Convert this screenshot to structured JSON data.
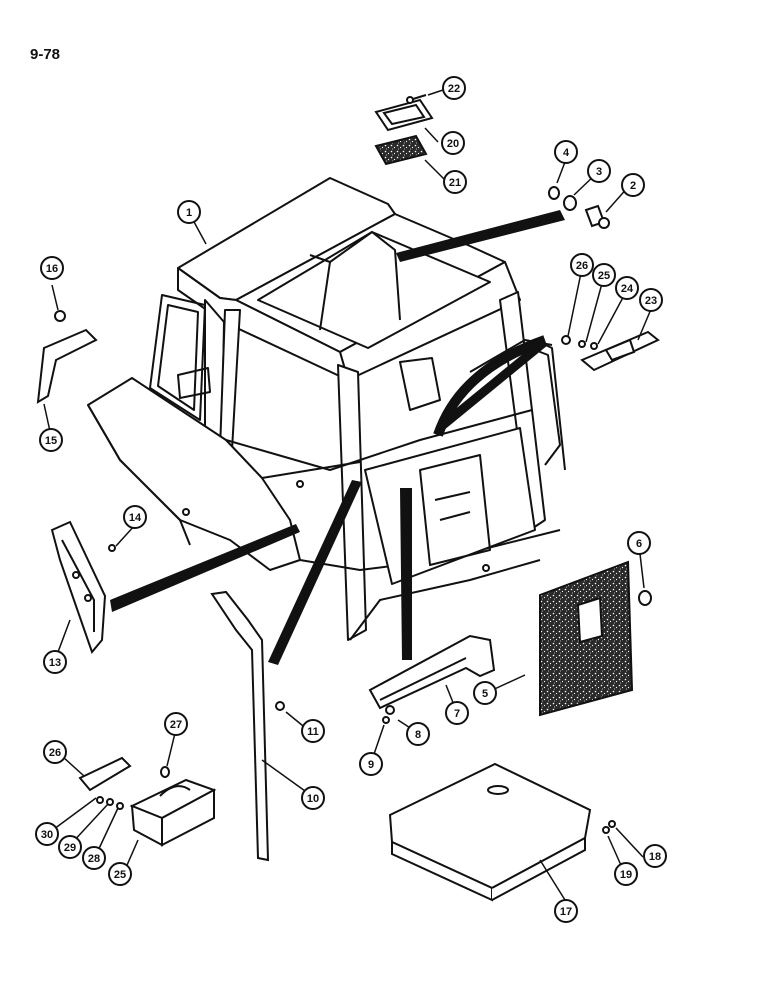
{
  "page": {
    "number": "9-78"
  },
  "callouts": [
    {
      "id": "c1",
      "label": "1"
    },
    {
      "id": "c2",
      "label": "2"
    },
    {
      "id": "c3",
      "label": "3"
    },
    {
      "id": "c4",
      "label": "4"
    },
    {
      "id": "c5",
      "label": "5"
    },
    {
      "id": "c6",
      "label": "6"
    },
    {
      "id": "c7",
      "label": "7"
    },
    {
      "id": "c8",
      "label": "8"
    },
    {
      "id": "c9",
      "label": "9"
    },
    {
      "id": "c10",
      "label": "10"
    },
    {
      "id": "c11",
      "label": "11"
    },
    {
      "id": "c13",
      "label": "13"
    },
    {
      "id": "c14",
      "label": "14"
    },
    {
      "id": "c15",
      "label": "15"
    },
    {
      "id": "c16",
      "label": "16"
    },
    {
      "id": "c17",
      "label": "17"
    },
    {
      "id": "c18",
      "label": "18"
    },
    {
      "id": "c19",
      "label": "19"
    },
    {
      "id": "c20",
      "label": "20"
    },
    {
      "id": "c21",
      "label": "21"
    },
    {
      "id": "c22",
      "label": "22"
    },
    {
      "id": "c23",
      "label": "23"
    },
    {
      "id": "c24",
      "label": "24"
    },
    {
      "id": "c25a",
      "label": "25"
    },
    {
      "id": "c26a",
      "label": "26"
    },
    {
      "id": "c25b",
      "label": "25"
    },
    {
      "id": "c26b",
      "label": "26"
    },
    {
      "id": "c27",
      "label": "27"
    },
    {
      "id": "c28",
      "label": "28"
    },
    {
      "id": "c29",
      "label": "29"
    },
    {
      "id": "c30",
      "label": "30"
    }
  ]
}
